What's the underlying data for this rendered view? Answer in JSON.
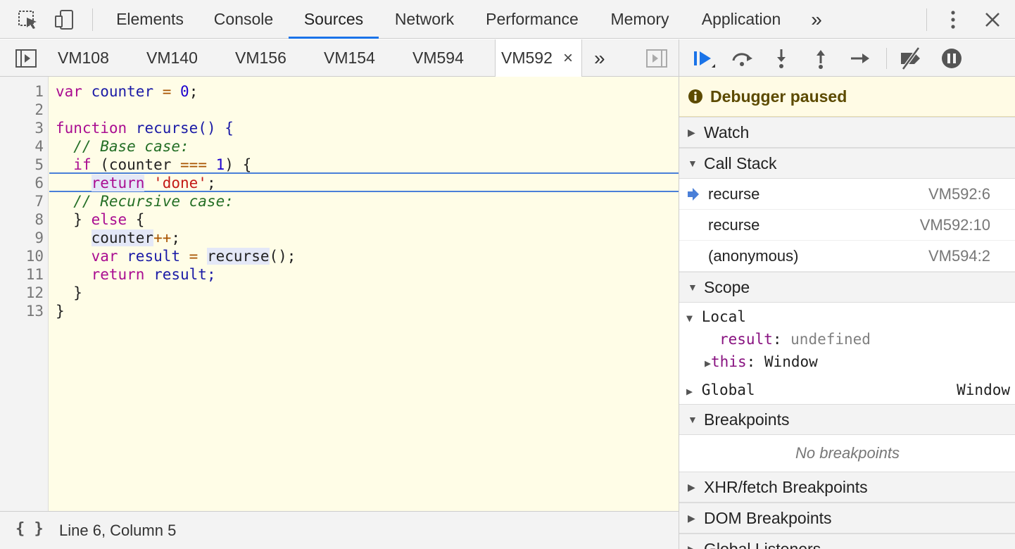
{
  "main_tabs": [
    "Elements",
    "Console",
    "Sources",
    "Network",
    "Performance",
    "Memory",
    "Application"
  ],
  "main_overflow": "»",
  "file_tabs": [
    "VM108",
    "VM140",
    "VM156",
    "VM154",
    "VM594",
    "VM592"
  ],
  "active_file_close": "×",
  "file_overflow": "»",
  "line_numbers": [
    "1",
    "2",
    "3",
    "4",
    "5",
    "6",
    "7",
    "8",
    "9",
    "10",
    "11",
    "12",
    "13"
  ],
  "code": {
    "l1": {
      "a": "var",
      "b": " counter ",
      "c": "=",
      "d": " ",
      "e": "0",
      "f": ";"
    },
    "l3": {
      "a": "function",
      "b": " recurse() {"
    },
    "l4": {
      "a": "  // Base case:"
    },
    "l5": {
      "a": "  ",
      "b": "if",
      "c": " (counter ",
      "d": "===",
      "e": " ",
      "f": "1",
      "g": ") {"
    },
    "l6": {
      "a": "    ",
      "b": "return",
      "c": " ",
      "d": "'done'",
      "e": ";"
    },
    "l7": {
      "a": "  // Recursive case:"
    },
    "l8": {
      "a": "  } ",
      "b": "else",
      "c": " {"
    },
    "l9": {
      "a": "    ",
      "b": "counter",
      "c": "++",
      "d": ";"
    },
    "l10": {
      "a": "    ",
      "b": "var",
      "c": " result ",
      "d": "=",
      "e": " ",
      "f": "recurse",
      "g": "();"
    },
    "l11": {
      "a": "    ",
      "b": "return",
      "c": " result;"
    },
    "l12": {
      "a": "  }"
    },
    "l13": {
      "a": "}"
    }
  },
  "status": {
    "format_icon": "{ }",
    "position": "Line 6, Column 5"
  },
  "debugger": {
    "paused_icon": "i",
    "paused_text": "Debugger paused",
    "watch": "Watch",
    "call_stack": "Call Stack",
    "stack": [
      {
        "name": "recurse",
        "loc": "VM592:6"
      },
      {
        "name": "recurse",
        "loc": "VM592:10"
      },
      {
        "name": "(anonymous)",
        "loc": "VM594:2"
      }
    ],
    "scope": "Scope",
    "local": "Local",
    "result_key": "result",
    "result_val": "undefined",
    "this_key": "this",
    "this_val": "Window",
    "global": "Global",
    "global_val": "Window",
    "breakpoints": "Breakpoints",
    "no_breakpoints": "No breakpoints",
    "xhr": "XHR/fetch Breakpoints",
    "dom": "DOM Breakpoints",
    "global_listeners": "Global Listeners"
  },
  "colors": {
    "accent": "#1a73e8",
    "paused_bg": "#fffbe5",
    "editor_bg": "#fffde7"
  }
}
